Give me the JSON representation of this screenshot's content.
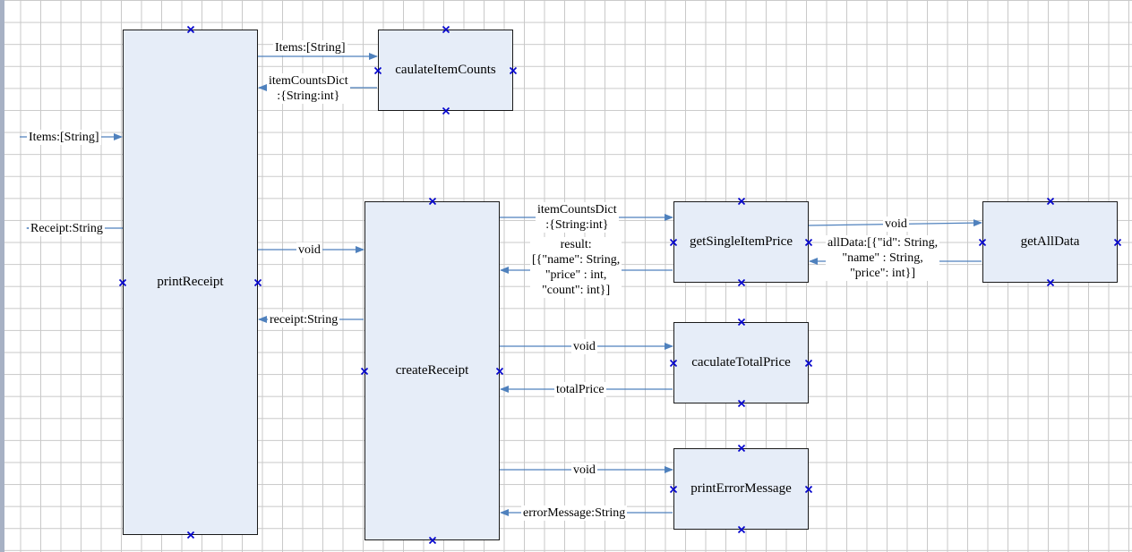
{
  "colors": {
    "box_fill": "#e6edf8",
    "arrow": "#4f81bd",
    "marker": "#0000cc",
    "grid": "#c9c9c9"
  },
  "boxes": {
    "print_receipt": "printReceipt",
    "caulate_item_counts": "caulateItemCounts",
    "create_receipt": "createReceipt",
    "get_single_item_price": "getSingleItemPrice",
    "get_all_data": "getAllData",
    "caculate_total_price": "caculateTotalPrice",
    "print_error_message": "printErrorMessage"
  },
  "labels": {
    "input_items": "Items:[String]",
    "output_receipt": "Receipt:String",
    "items_to_counts": "Items:[String]",
    "counts_return": "itemCountsDict\n:{String:int}",
    "void_to_create": "void",
    "receipt_return": "receipt:String",
    "counts_to_price": "itemCountsDict\n:{String:int}",
    "price_result": "result:\n[{\"name\": String,\n\"price\" : int,\n\"count\": int}]",
    "void_to_all_data": "void",
    "all_data_return": "allData:[{\"id\": String,\n\"name\" : String,\n\"price\": int}]",
    "void_to_total": "void",
    "total_price_return": "totalPrice",
    "void_to_error": "void",
    "error_message_return": "errorMessage:String"
  },
  "icons": {
    "connection_point": "x-marker-icon"
  }
}
